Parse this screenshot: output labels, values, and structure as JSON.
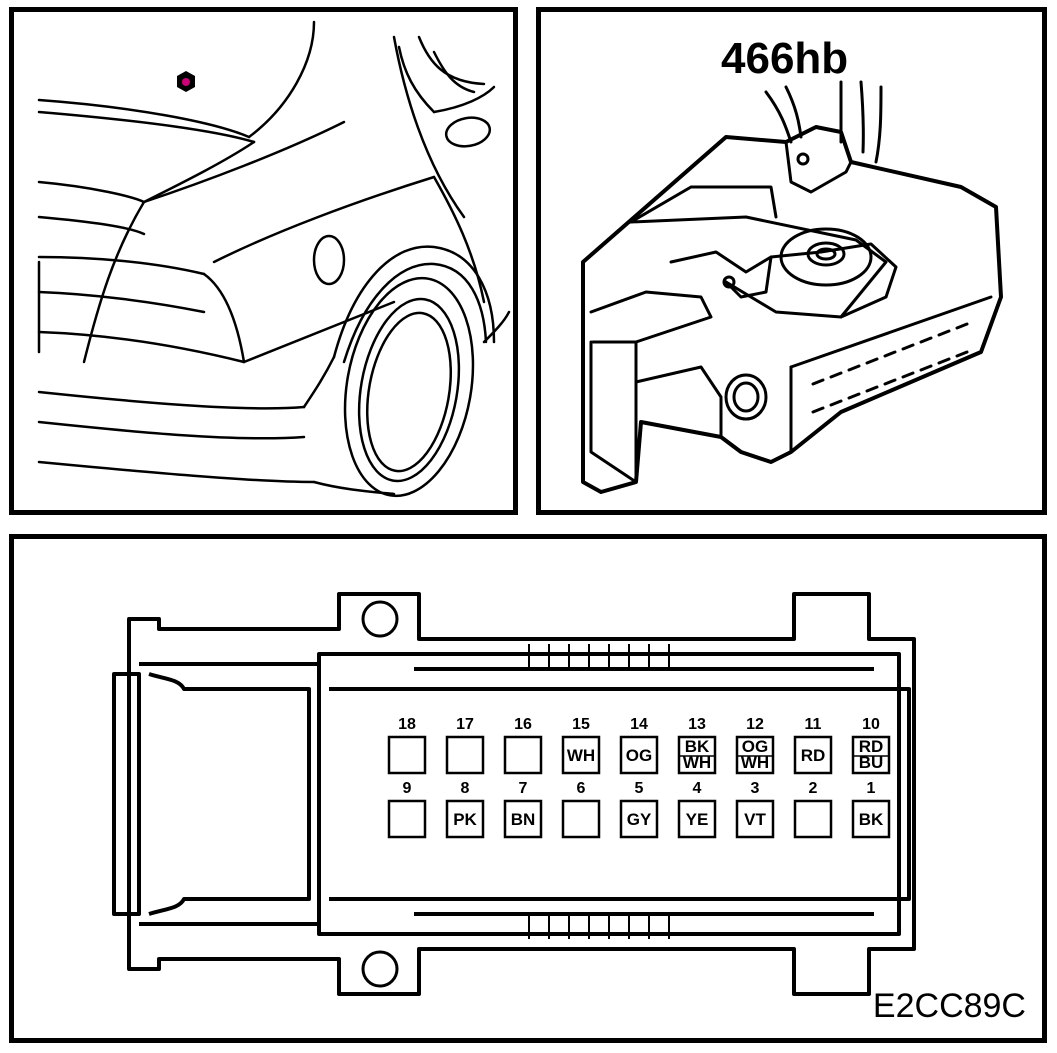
{
  "connector_ref": "466hb",
  "figure_code": "E2CC89C",
  "ground_marker_color": "#cc0077",
  "pins": [
    {
      "num": "18",
      "color": ""
    },
    {
      "num": "17",
      "color": ""
    },
    {
      "num": "16",
      "color": ""
    },
    {
      "num": "15",
      "color": "WH"
    },
    {
      "num": "14",
      "color": "OG"
    },
    {
      "num": "13",
      "color": "BK WH"
    },
    {
      "num": "12",
      "color": "OG WH"
    },
    {
      "num": "11",
      "color": "RD"
    },
    {
      "num": "10",
      "color": "RD BU"
    },
    {
      "num": "9",
      "color": ""
    },
    {
      "num": "8",
      "color": "PK"
    },
    {
      "num": "7",
      "color": "BN"
    },
    {
      "num": "6",
      "color": ""
    },
    {
      "num": "5",
      "color": "GY"
    },
    {
      "num": "4",
      "color": "YE"
    },
    {
      "num": "3",
      "color": "VT"
    },
    {
      "num": "2",
      "color": ""
    },
    {
      "num": "1",
      "color": "BK"
    }
  ]
}
